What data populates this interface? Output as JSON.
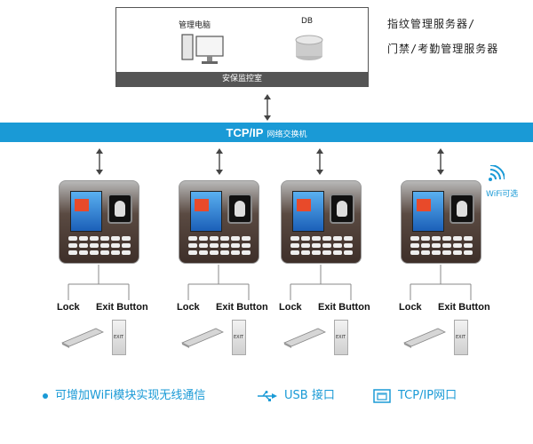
{
  "server": {
    "pc_label": "管理电脑",
    "db_label": "DB",
    "room_label": "安保监控室",
    "desc_line1": "指纹管理服务器/",
    "desc_line2": "门禁/考勤管理服务器"
  },
  "bus": {
    "title": "TCP/IP",
    "subtitle": "网络交换机"
  },
  "terminals": [
    {
      "lock": "Lock",
      "exit": "Exit Button",
      "exit_plate": "EXIT"
    },
    {
      "lock": "Lock",
      "exit": "Exit Button",
      "exit_plate": "EXIT"
    },
    {
      "lock": "Lock",
      "exit": "Exit Button",
      "exit_plate": "EXIT"
    },
    {
      "lock": "Lock",
      "exit": "Exit Button",
      "exit_plate": "EXIT"
    }
  ],
  "wifi": {
    "label": "WiFi可选",
    "icon": "wifi-icon"
  },
  "legend": {
    "wifi_text": "可增加WiFi模块实现无线通信",
    "usb_text": "USB 接口",
    "tcp_text": "TCP/IP网口"
  },
  "colors": {
    "accent": "#1a9ad6",
    "server_footer": "#555555"
  }
}
